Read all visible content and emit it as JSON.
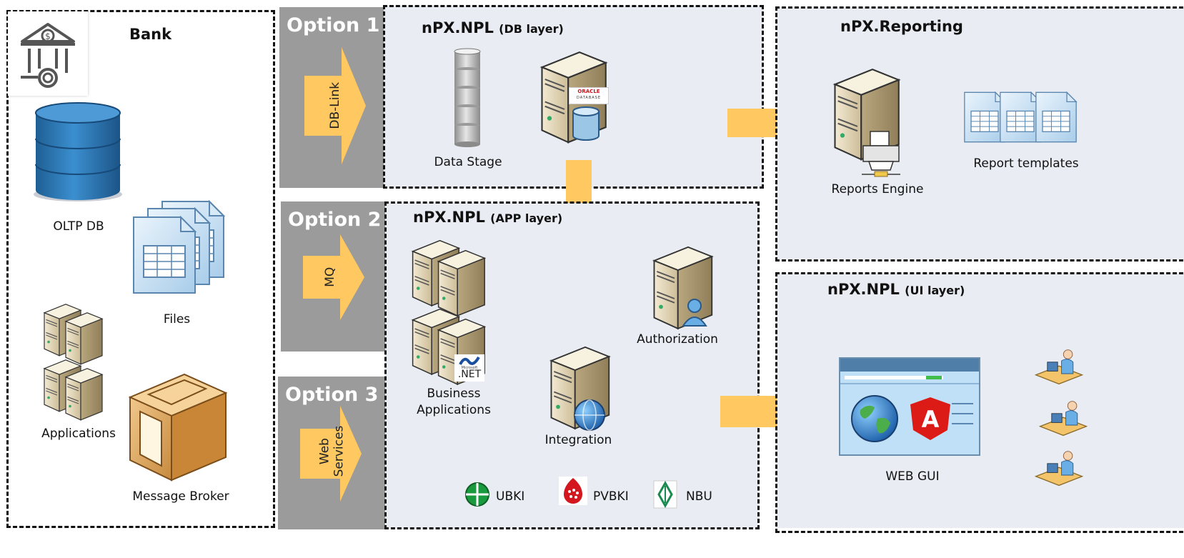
{
  "bank": {
    "title": "Bank",
    "oltp_db_label": "OLTP DB",
    "files_label": "Files",
    "applications_label": "Applications",
    "message_broker_label": "Message Broker"
  },
  "options": [
    {
      "title": "Option 1",
      "arrow_label": "DB-Link"
    },
    {
      "title": "Option 2",
      "arrow_label": "MQ"
    },
    {
      "title": "Option 3",
      "arrow_label_line1": "Web",
      "arrow_label_line2": "Services"
    }
  ],
  "db_layer": {
    "title": "nPX.NPL",
    "subtitle": "(DB layer)",
    "data_stage_label": "Data Stage",
    "oracle_line1": "ORACLE",
    "oracle_line2": "DATABASE"
  },
  "app_layer": {
    "title": "nPX.NPL",
    "subtitle": "(APP layer)",
    "business_label_line1": "Business",
    "business_label_line2": "Applications",
    "net_line1": "Microsoft",
    "net_line2": ".NET",
    "authorization_label": "Authorization",
    "integration_label": "Integration",
    "logos": [
      "UBKI",
      "PVBKI",
      "NBU"
    ]
  },
  "reporting": {
    "title": "nPX.Reporting",
    "engine_label": "Reports Engine",
    "templates_label": "Report templates"
  },
  "ui_layer": {
    "title": "nPX.NPL",
    "subtitle": "(UI layer)",
    "web_gui_label": "WEB GUI",
    "angular_letter": "A"
  },
  "colors": {
    "arrow": "#ffc860",
    "panel": "#e9edf3",
    "option_bg": "#9b9b9b",
    "db_blue": "#2f7fbf",
    "server_beige": "#e8dcc0"
  }
}
